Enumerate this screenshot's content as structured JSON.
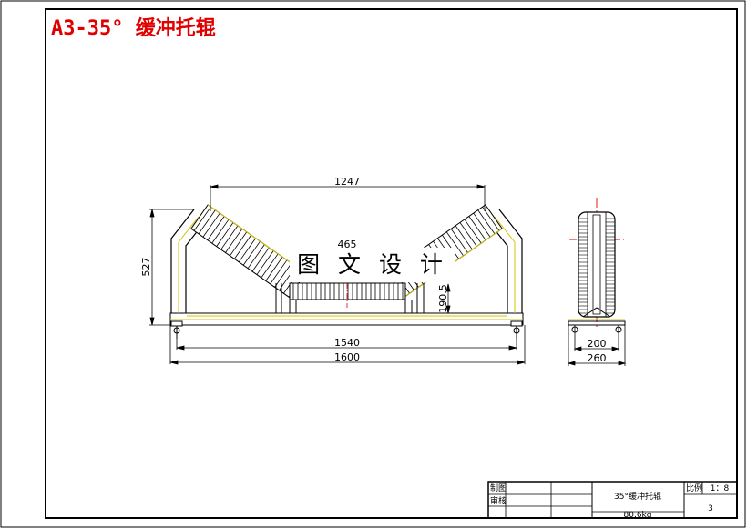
{
  "title": "A3-35° 缓冲托辊",
  "watermark": "图 文 设 计",
  "dimensions": {
    "top_span": "1247",
    "height": "527",
    "center_roller": "465",
    "offset": "190.5",
    "inner_span": "1540",
    "overall_span": "1600",
    "side_base_inner": "200",
    "side_base_outer": "260"
  },
  "title_block": {
    "label_drawn": "制图",
    "label_checked": "审核",
    "part_name": "35°缓冲托辊",
    "weight": "80.6kg",
    "scale_label": "比例",
    "scale_value": "1：8",
    "sheet_count": "3"
  },
  "colors": {
    "title_red": "#e00000",
    "frame_yellow": "#d8c000",
    "centerline_red": "#e00000",
    "line": "#000000"
  }
}
